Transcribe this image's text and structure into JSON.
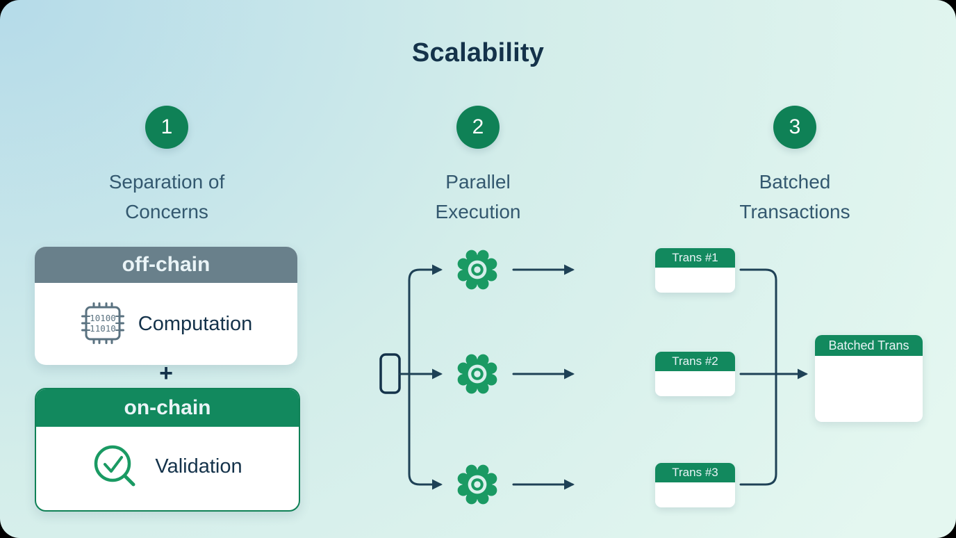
{
  "title": "Scalability",
  "theme": {
    "grad_start": "#b5dbe9",
    "grad_mid": "#d3edea",
    "grad_end": "#e4f7f0",
    "navy": "#14324a",
    "slate": "#33586f",
    "green": "#0f8156",
    "green_mid": "#12895e",
    "green_bright": "#1a9a63",
    "gray_header": "#69808b",
    "line": "#1e4156",
    "header_text": "#eaf4f7",
    "icon_gray": "#5a7280",
    "card_bg": "#ffffff"
  },
  "steps": [
    {
      "number": "1",
      "label": "Separation of\nConcerns"
    },
    {
      "number": "2",
      "label": "Parallel\nExecution"
    },
    {
      "number": "3",
      "label": "Batched\nTransactions"
    }
  ],
  "separation": {
    "off_chain": {
      "header": "off-chain",
      "item": "Computation",
      "chip_line1": "10100",
      "chip_line2": "11010"
    },
    "plus": "+",
    "on_chain": {
      "header": "on-chain",
      "item": "Validation"
    }
  },
  "batching": {
    "cards": [
      {
        "label": "Trans #1"
      },
      {
        "label": "Trans #2"
      },
      {
        "label": "Trans #3"
      }
    ],
    "result": {
      "label": "Batched Trans"
    }
  }
}
